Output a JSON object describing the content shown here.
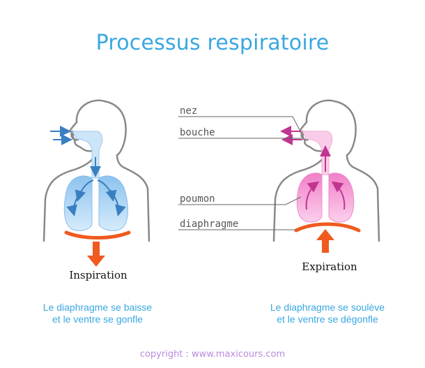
{
  "title": "Processus respiratoire",
  "labels": {
    "nose": "nez",
    "mouth": "bouche",
    "lung": "poumon",
    "diaphragm": "diaphragme"
  },
  "inspiration": {
    "label": "Inspiration",
    "caption_line1": "Le diaphragme se baisse",
    "caption_line2": "et le ventre se gonfle"
  },
  "expiration": {
    "label": "Expiration",
    "caption_line1": "Le diaphragme se soulève",
    "caption_line2": "et le ventre se dégonfle"
  },
  "copyright": "copyright : www.maxicours.com",
  "colors": {
    "title": "#3aa7e0",
    "inspiration_lungs": "#a9d3f5",
    "expiration_lungs": "#f49ad2",
    "diaphragm": "#f05a1e",
    "arrow_in": "#3a7fc0",
    "arrow_out": "#c0358f"
  }
}
